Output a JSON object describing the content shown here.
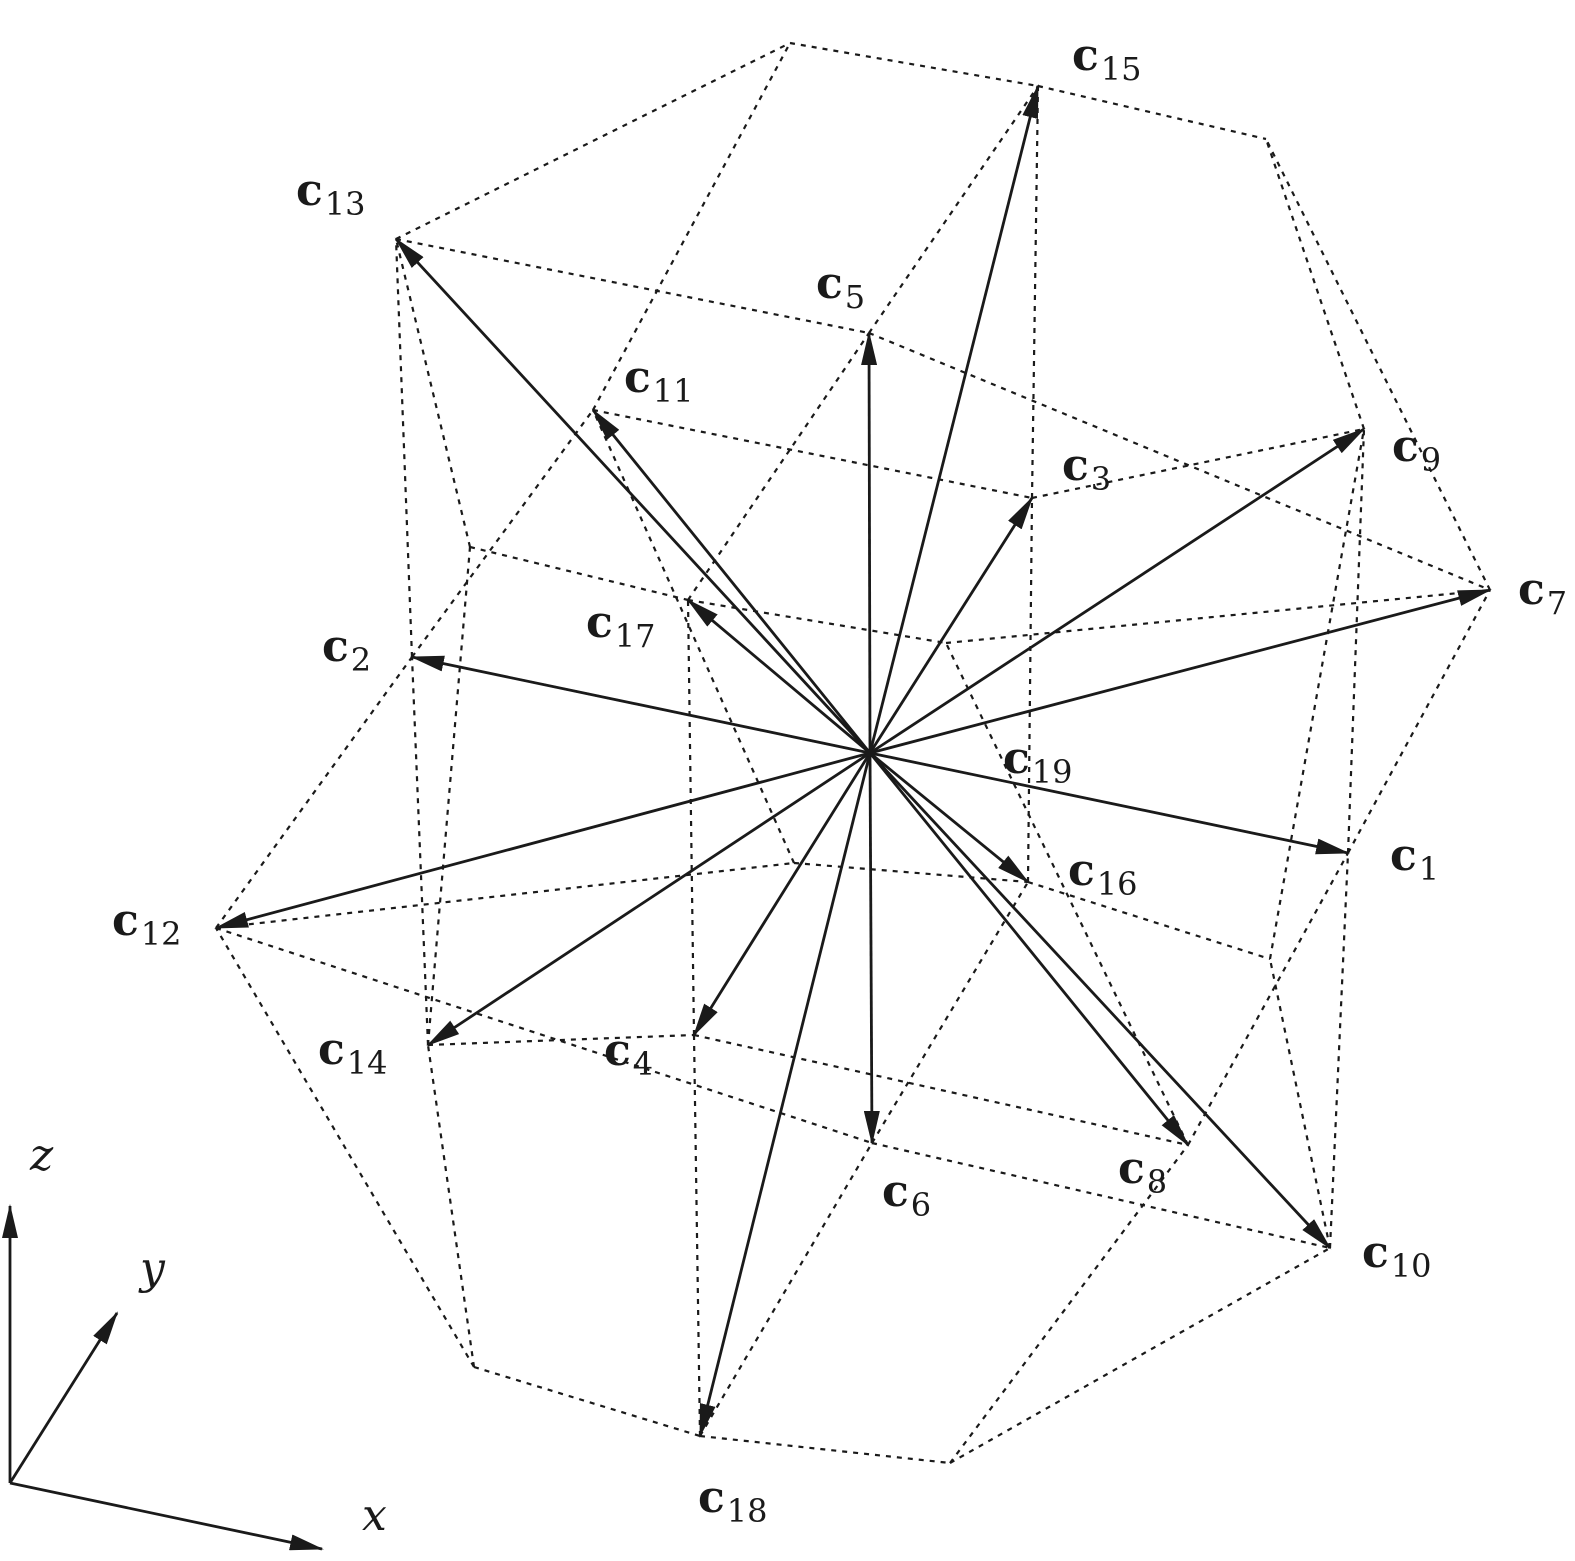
{
  "diagram": {
    "vectors": [
      {
        "id": "c1",
        "base": "c",
        "sub": "1"
      },
      {
        "id": "c2",
        "base": "c",
        "sub": "2"
      },
      {
        "id": "c3",
        "base": "c",
        "sub": "3"
      },
      {
        "id": "c4",
        "base": "c",
        "sub": "4"
      },
      {
        "id": "c5",
        "base": "c",
        "sub": "5"
      },
      {
        "id": "c6",
        "base": "c",
        "sub": "6"
      },
      {
        "id": "c7",
        "base": "c",
        "sub": "7"
      },
      {
        "id": "c8",
        "base": "c",
        "sub": "8"
      },
      {
        "id": "c9",
        "base": "c",
        "sub": "9"
      },
      {
        "id": "c10",
        "base": "c",
        "sub": "10"
      },
      {
        "id": "c11",
        "base": "c",
        "sub": "11"
      },
      {
        "id": "c12",
        "base": "c",
        "sub": "12"
      },
      {
        "id": "c13",
        "base": "c",
        "sub": "13"
      },
      {
        "id": "c14",
        "base": "c",
        "sub": "14"
      },
      {
        "id": "c15",
        "base": "c",
        "sub": "15"
      },
      {
        "id": "c16",
        "base": "c",
        "sub": "16"
      },
      {
        "id": "c17",
        "base": "c",
        "sub": "17"
      },
      {
        "id": "c18",
        "base": "c",
        "sub": "18"
      },
      {
        "id": "c19",
        "base": "c",
        "sub": "19"
      }
    ],
    "axes": {
      "x": "x",
      "y": "y",
      "z": "z"
    }
  }
}
